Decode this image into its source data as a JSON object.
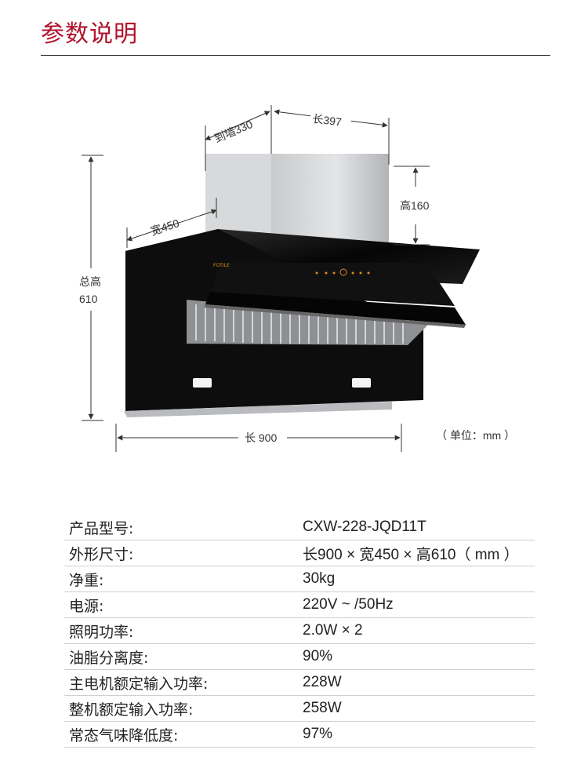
{
  "title": "参数说明",
  "diagram": {
    "to_wall": "到墙330",
    "length_top": "长397",
    "width": "宽450",
    "height_hood": "高160",
    "total_height_label": "总高",
    "total_height_value": "610",
    "length_bottom": "长 900",
    "unit_note": "（ 单位：mm ）",
    "brand_mark": "FOTILE"
  },
  "specs": [
    {
      "label": "产品型号:",
      "value": "CXW-228-JQD11T"
    },
    {
      "label": "外形尺寸:",
      "value": "长900 × 宽450 × 高610（ mm ）"
    },
    {
      "label": "净重:",
      "value": "30kg"
    },
    {
      "label": "电源:",
      "value": "220V ~ /50Hz"
    },
    {
      "label": "照明功率:",
      "value": "2.0W × 2"
    },
    {
      "label": "油脂分离度:",
      "value": "90%"
    },
    {
      "label": "主电机额定输入功率:",
      "value": "228W"
    },
    {
      "label": "整机额定输入功率:",
      "value": "258W"
    },
    {
      "label": "常态气味降低度:",
      "value": "97%"
    }
  ]
}
